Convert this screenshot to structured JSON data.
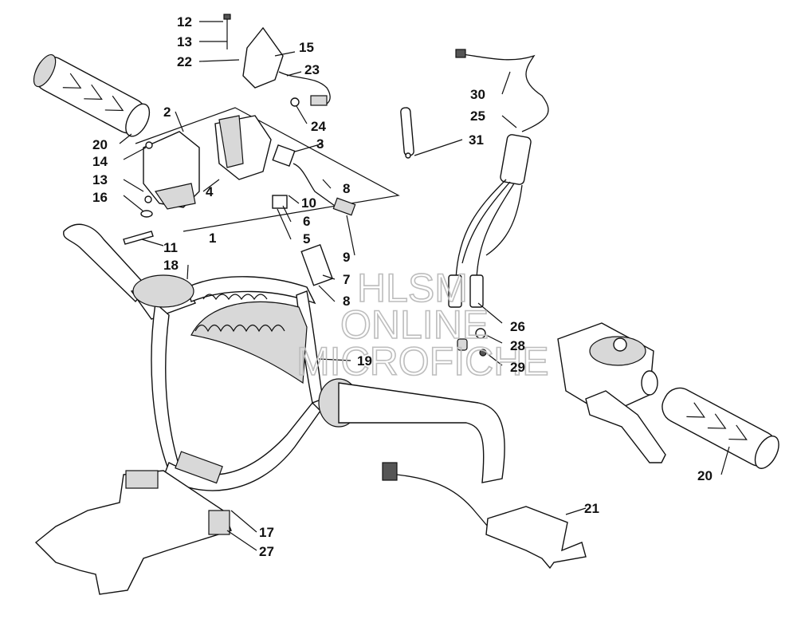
{
  "watermark": {
    "line1": "HLSM",
    "line2": "ONLINE",
    "line3": "MICROFICHE"
  },
  "callouts": {
    "c12": "12",
    "c13a": "13",
    "c22": "22",
    "c15": "15",
    "c23": "23",
    "c24": "24",
    "c2": "2",
    "c3": "3",
    "c20a": "20",
    "c14": "14",
    "c13b": "13",
    "c16": "16",
    "c4": "4",
    "c10": "10",
    "c8a": "8",
    "c6": "6",
    "c5": "5",
    "c1": "1",
    "c11": "11",
    "c18": "18",
    "c9": "9",
    "c7": "7",
    "c8b": "8",
    "c19": "19",
    "c30": "30",
    "c25": "25",
    "c31": "31",
    "c26": "26",
    "c28": "28",
    "c29": "29",
    "c20b": "20",
    "c21": "21",
    "c17": "17",
    "c27": "27"
  }
}
